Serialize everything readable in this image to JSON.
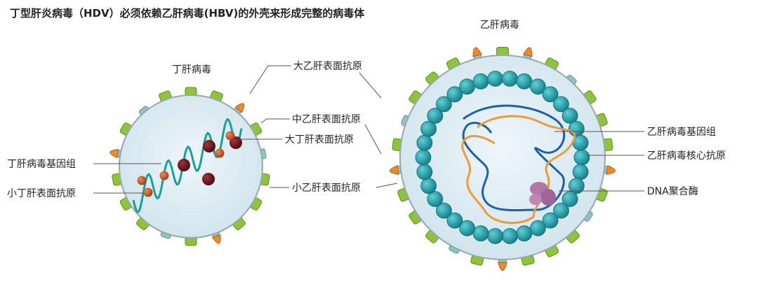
{
  "title": "丁型肝炎病毒（HDV）必须依赖乙肝病毒(HBV)的外壳来形成完整的病毒体",
  "hdv": {
    "name": "丁肝病毒",
    "labels": {
      "large_surface_antigen_hbv": "大乙肝表面抗原",
      "middle_surface_antigen": "中乙肝表面抗原",
      "large_delta_antigen": "大丁肝表面抗原",
      "small_surface_antigen_hbv": "小乙肝表面抗原",
      "genome": "丁肝病毒基因组",
      "small_delta_antigen": "小丁肝表面抗原"
    }
  },
  "hbv": {
    "name": "乙肝病毒",
    "labels": {
      "genome": "乙肝病毒基因组",
      "core_antigen": "乙肝病毒核心抗原",
      "dna_polymerase": "DNA聚合酶"
    }
  },
  "colors": {
    "envelope_fill": "#dcebf2",
    "envelope_stroke": "#9aa6ac",
    "green_protein": "#8cc43c",
    "teal_protein": "#8ec5c0",
    "orange_protein": "#ef8a2a",
    "capsid_bead": "#1d9aa3",
    "hdv_rna": "#1c9e9a",
    "dark_antigen": "#6a1117",
    "small_antigen": "#c7522a",
    "hbv_dna_blue": "#1d5fa8",
    "hbv_dna_orange": "#ee9a3a",
    "polymerase": "#b277a6"
  }
}
